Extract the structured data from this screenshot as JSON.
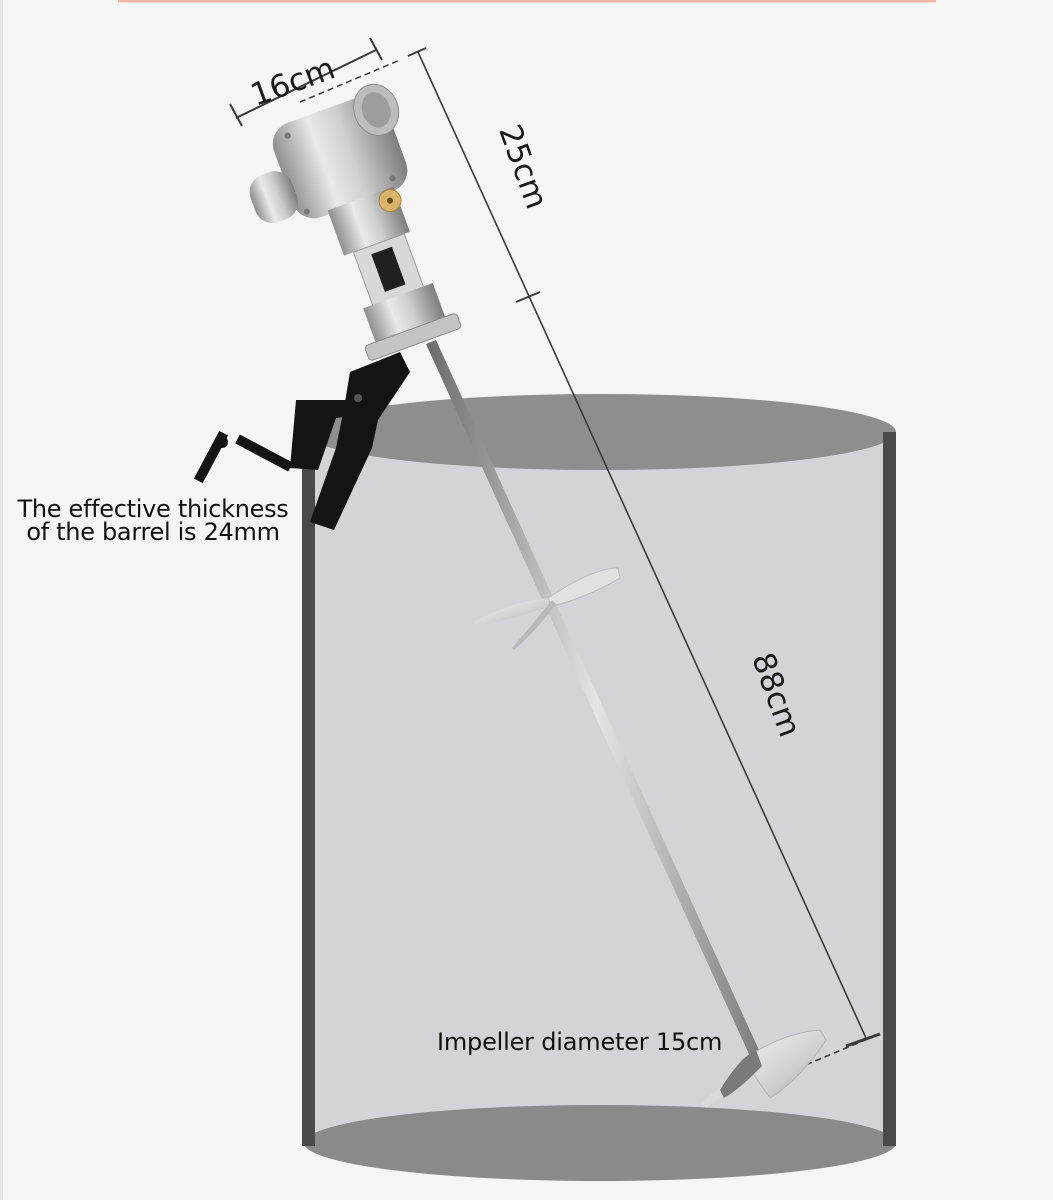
{
  "diagram": {
    "subject": "pneumatic barrel mixer mounted on drum",
    "labels": {
      "width_dimension": "16cm",
      "head_height_dimension": "25cm",
      "shaft_length_dimension": "88cm",
      "barrel_thickness_line1": "The effective thickness",
      "barrel_thickness_line2": "of the barrel is 24mm",
      "impeller_diameter": "Impeller diameter 15cm"
    },
    "colors": {
      "background": "#f5f5f5",
      "barrel_body": "#d4d4d8",
      "barrel_ellipse": "#8c8c8c",
      "barrel_wall": "#4a4a4a",
      "clamp": "#141414",
      "metal": "#c8c8c8",
      "brass_valve": "#d8b56a",
      "banner_accent": "#f1b6a6"
    }
  }
}
